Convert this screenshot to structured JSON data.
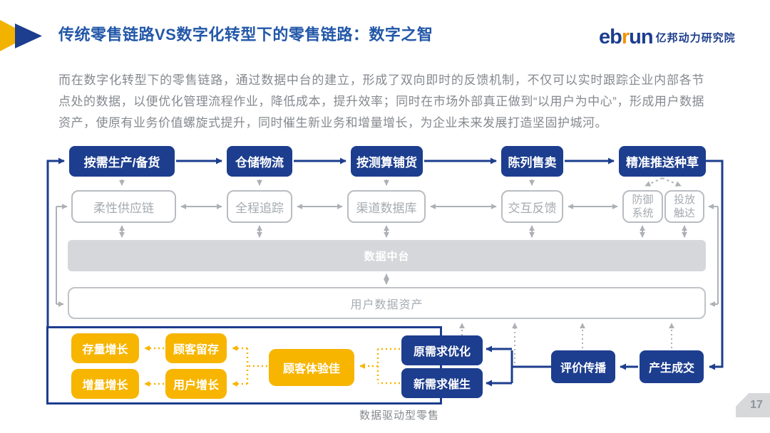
{
  "header": {
    "title": "传统零售链路VS数字化转型下的零售链路：数字之智",
    "logo": {
      "brand_prefix": "eb",
      "brand_accent": "r",
      "brand_suffix": "un",
      "org": "亿邦动力研究院"
    }
  },
  "intro": {
    "paragraph": "而在数字化转型下的零售链路，通过数据中台的建立，形成了双向即时的反馈机制，不仅可以实时跟踪企业内部各节点处的数据，以便优化管理流程作业，降低成本，提升效率；同时在市场外部真正做到“以用户为中心”，形成用户数据资产，使原有业务价值螺旋式提升，同时催生新业务和增量增长，为企业未来发展打造坚固护城河。"
  },
  "diagram": {
    "top_row": [
      "按需生产/备货",
      "仓储物流",
      "按测算铺货",
      "陈列售卖",
      "精准推送种草"
    ],
    "mid_row": [
      "柔性供应链",
      "全程追踪",
      "渠道数据库",
      "交互反馈",
      "防御系统",
      "投放触达"
    ],
    "data_platform": "数据中台",
    "user_data_asset": "用户数据资产",
    "bottom": {
      "stock_growth": "存量增长",
      "customer_retention": "顾客留存",
      "increment_growth": "增量增长",
      "user_growth": "用户增长",
      "experience": "顾客体验佳",
      "original_demand": "原需求优化",
      "new_demand": "新需求催生",
      "review_spread": "评价传播",
      "deal_made": "产生成交",
      "caption": "数据驱动型零售"
    }
  },
  "page": {
    "number": "17"
  },
  "colors": {
    "navy": "#1d3e8e",
    "title_blue": "#2257a8",
    "yellow": "#f7b500",
    "gray_line": "#adb1b6",
    "logo_orange": "#f39200"
  }
}
